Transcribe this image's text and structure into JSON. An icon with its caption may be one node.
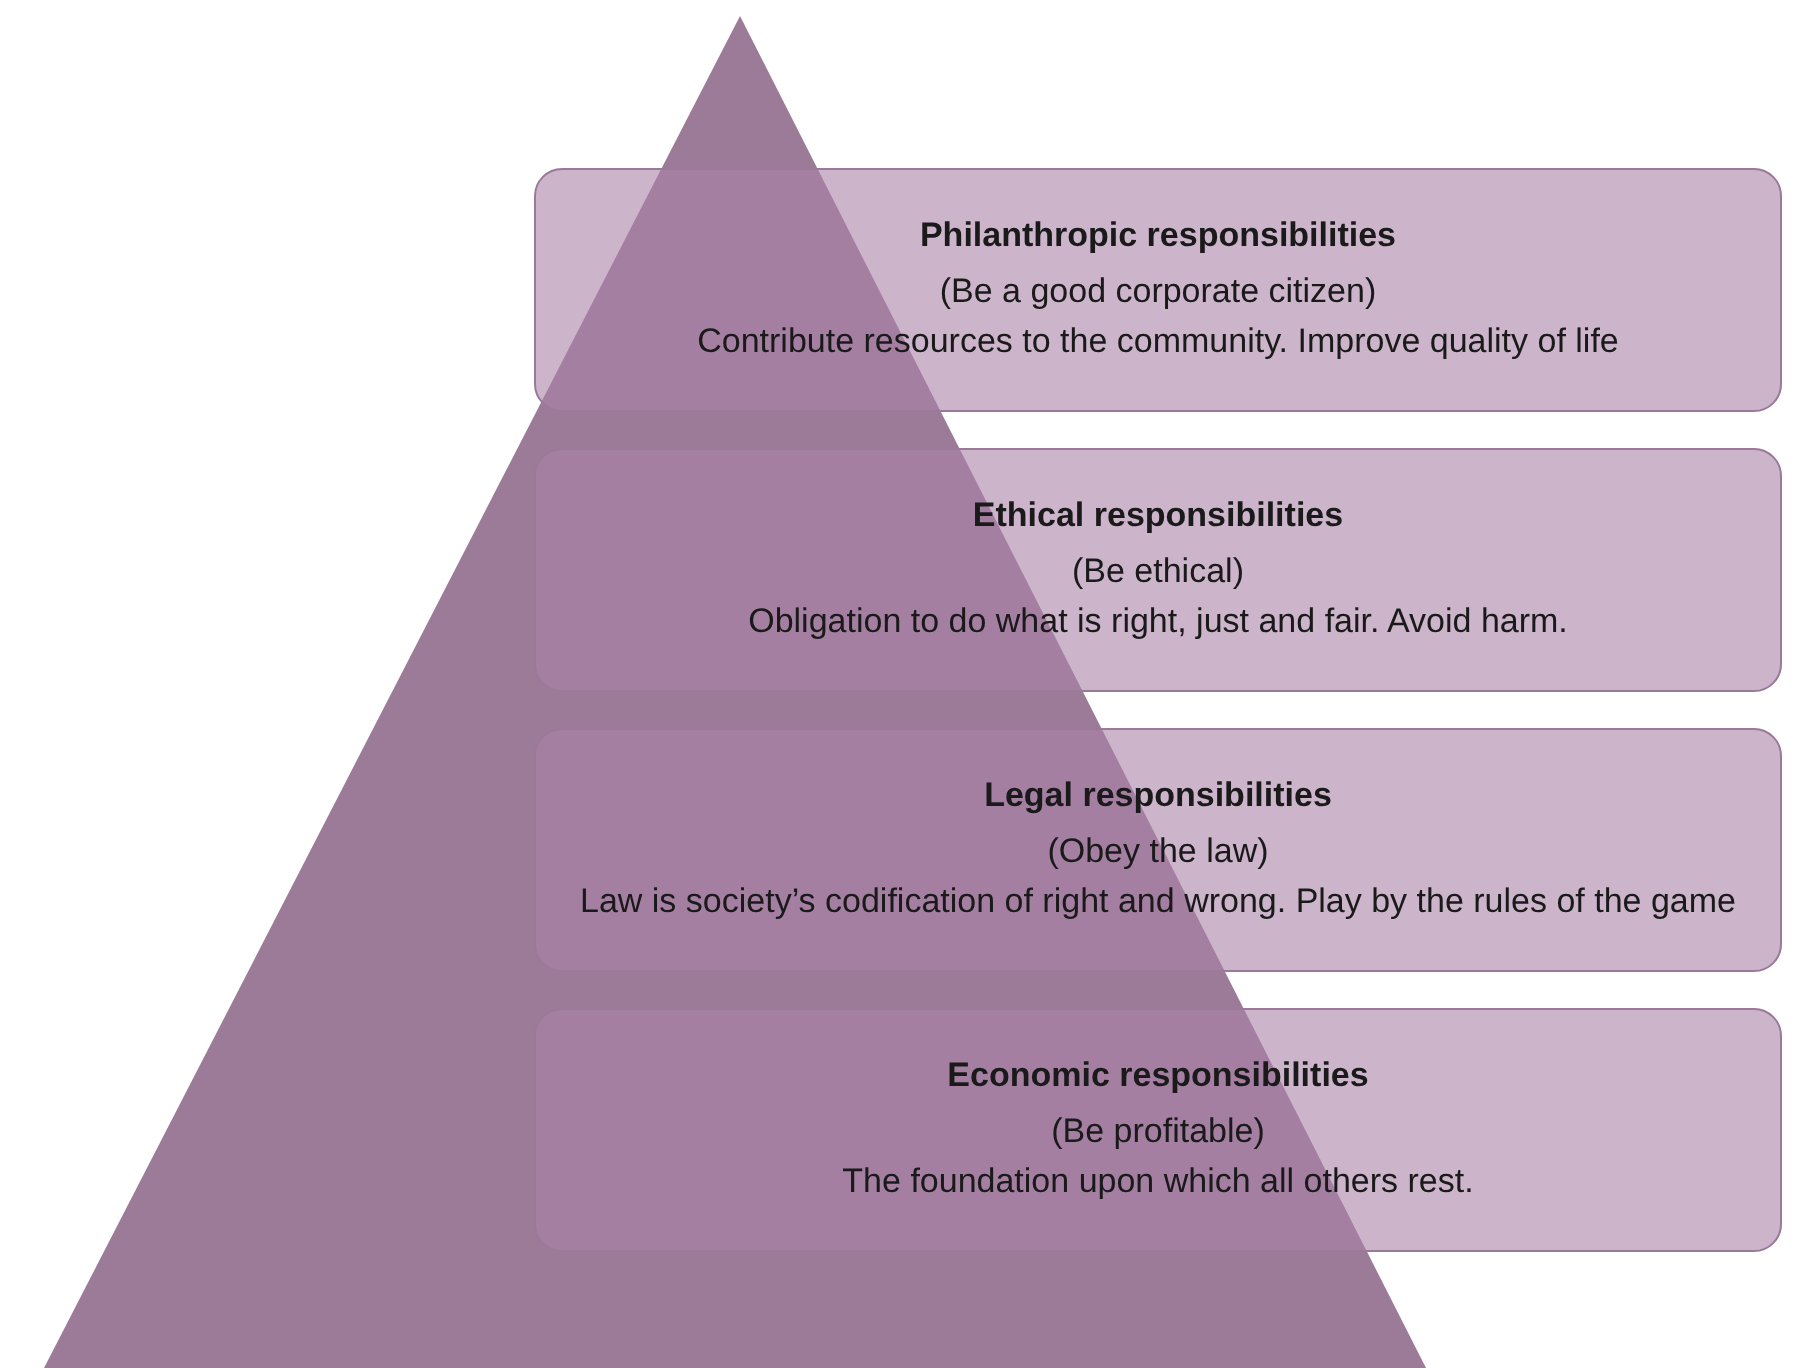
{
  "diagram": {
    "nodes": [
      {
        "text": [
          "Philanthropic responsibilities",
          "(Be a good corporate citizen)",
          "Contribute resources to the community. Improve quality of life"
        ]
      },
      {
        "text": [
          "Ethical responsibilities",
          "(Be ethical)",
          "Obligation to do what is right, just and fair. Avoid harm."
        ]
      },
      {
        "text": [
          "Legal responsibilities",
          "(Obey the law)",
          "Law is society’s codification of right and wrong. Play by the rules of the game"
        ]
      },
      {
        "text": [
          "Economic responsibilities",
          "(Be profitable)",
          "The foundation upon which all others rest."
        ]
      }
    ]
  }
}
